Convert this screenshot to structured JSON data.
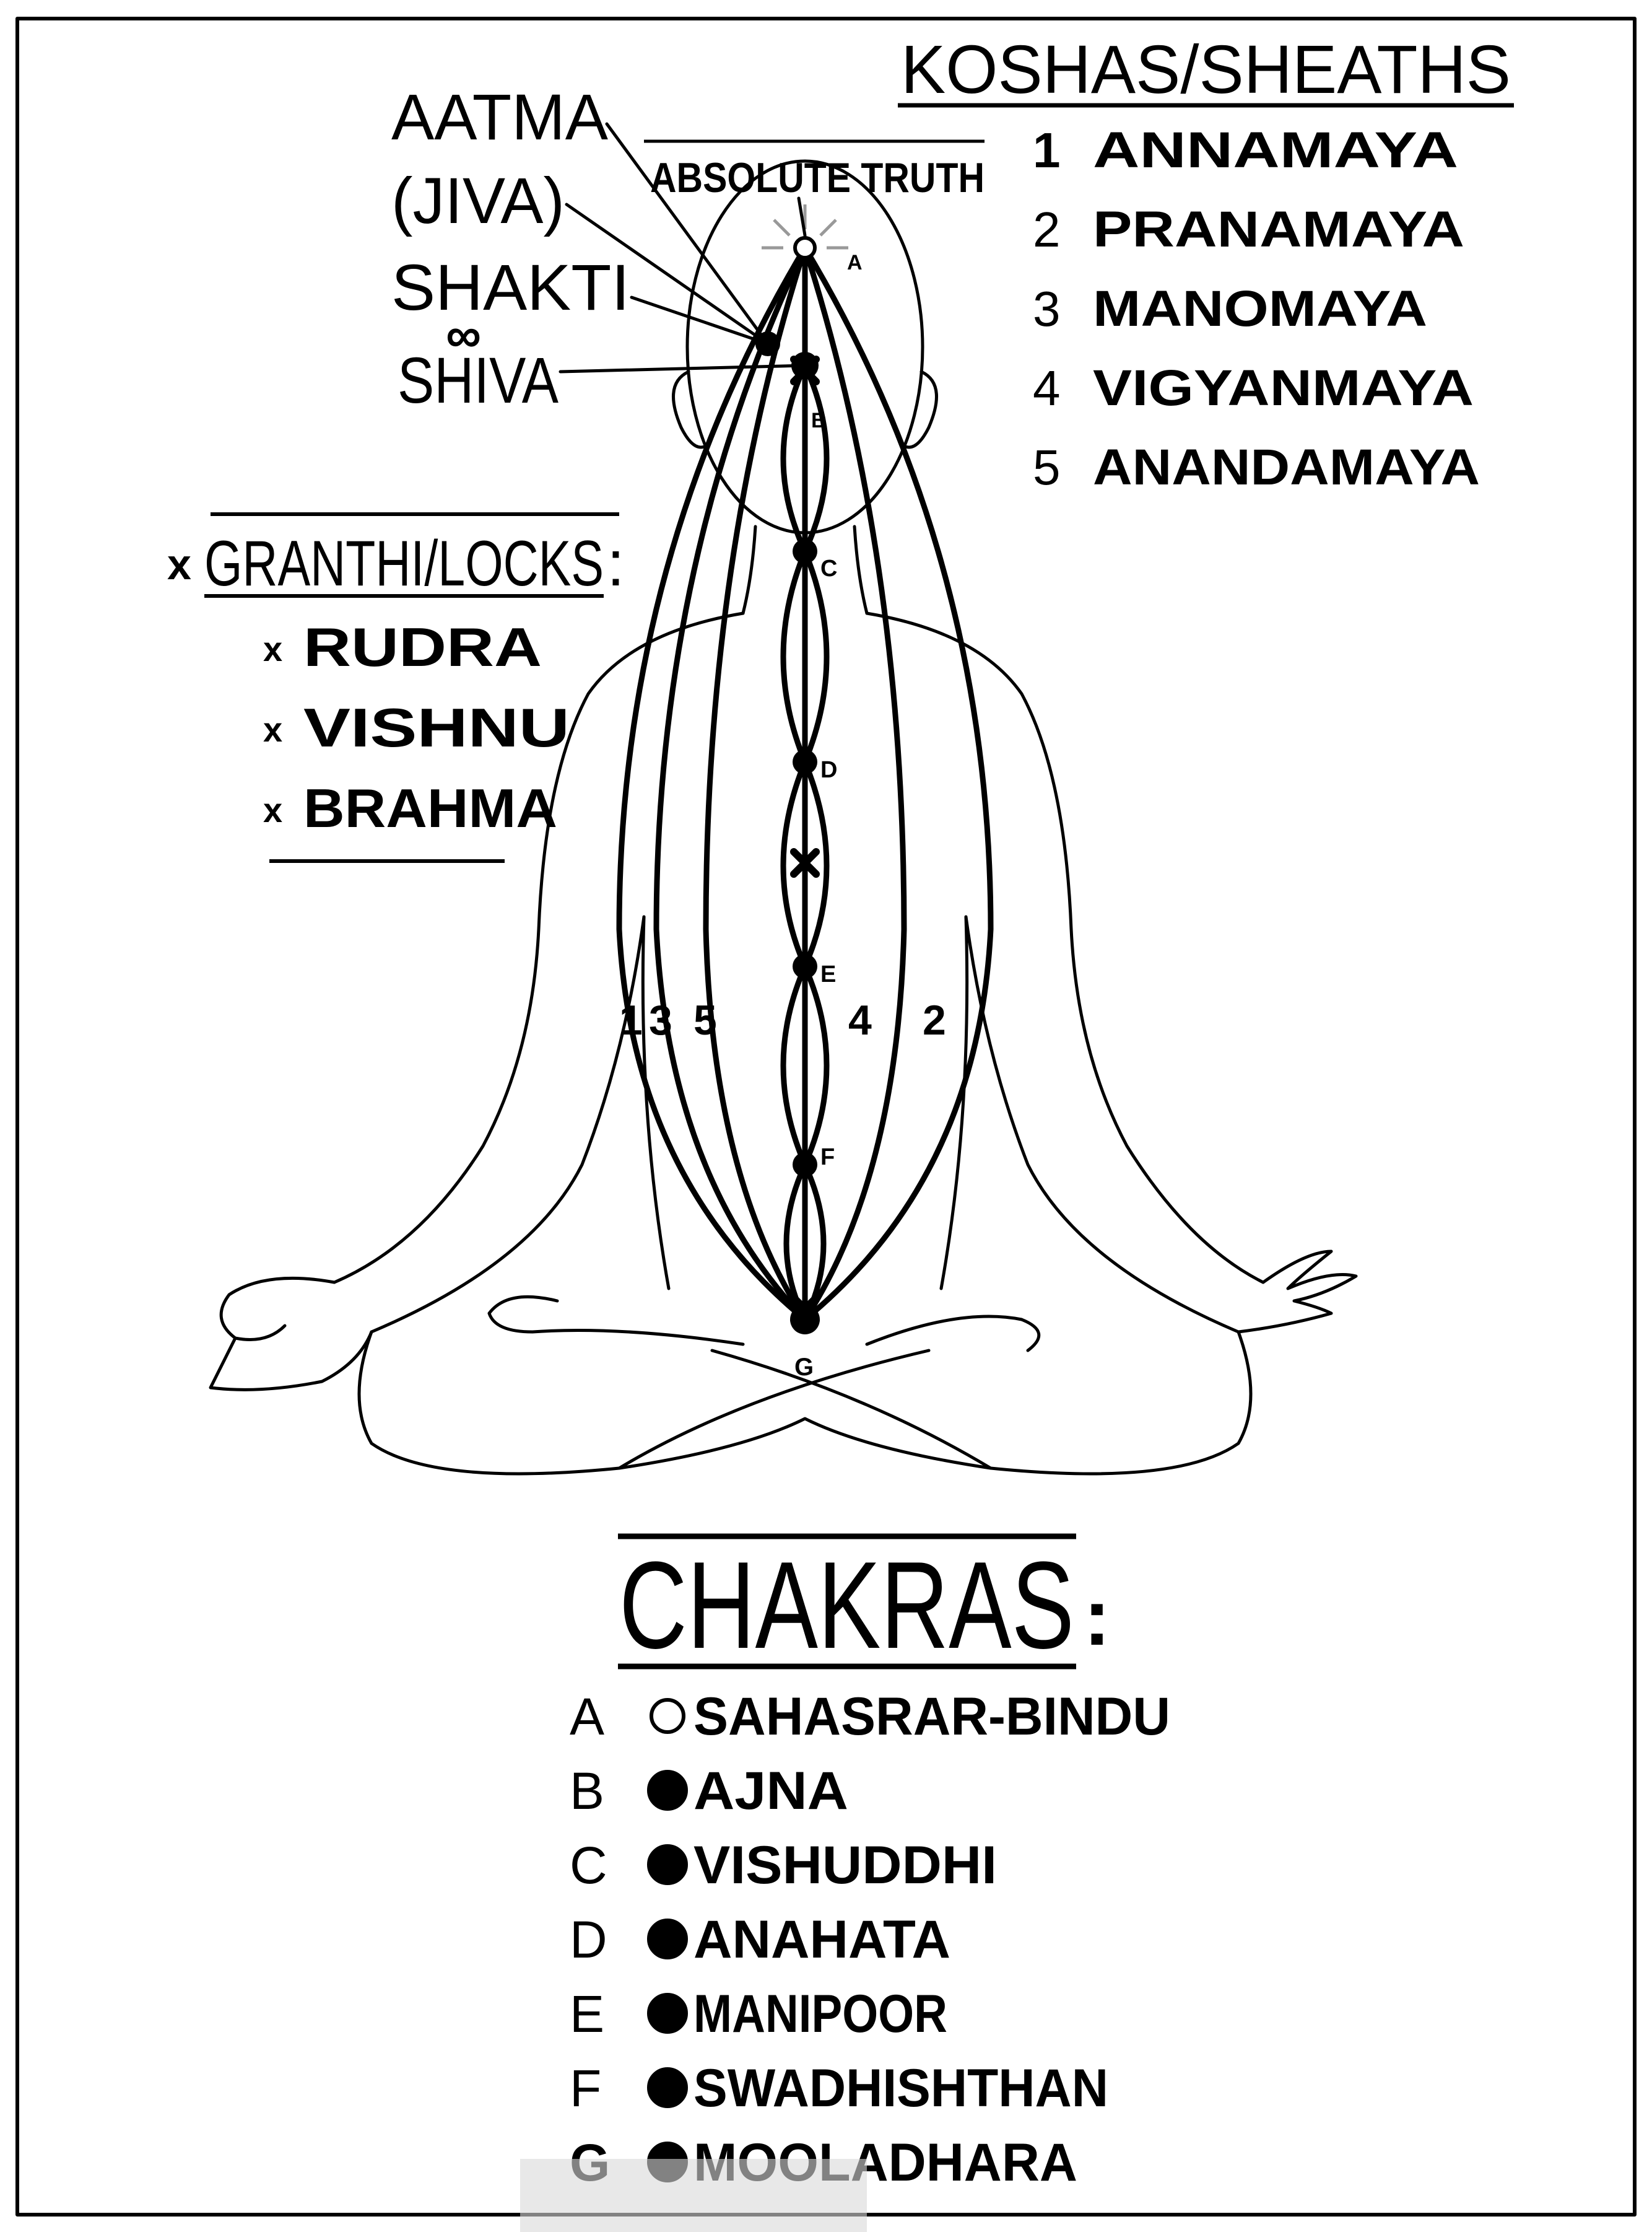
{
  "left_labels": {
    "aatma": "AATMA",
    "jiva": "(JIVA)",
    "shakti": "SHAKTI",
    "infinity": "∞",
    "shiva": "SHIVA"
  },
  "absolute_truth": "ABSOLUTE TRUTH",
  "koshas": {
    "title": "KOSHAS/SHEATHS",
    "items": [
      {
        "num": "1",
        "name": "ANNAMAYA"
      },
      {
        "num": "2",
        "name": "PRANAMAYA"
      },
      {
        "num": "3",
        "name": "MANOMAYA"
      },
      {
        "num": "4",
        "name": "VIGYANMAYA"
      },
      {
        "num": "5",
        "name": "ANANDAMAYA"
      }
    ]
  },
  "granthi": {
    "mark": "x",
    "title": "GRANTHI/LOCKS",
    "colon": ":",
    "items": [
      "RUDRA",
      "VISHNU",
      "BRAHMA"
    ]
  },
  "sheath_numbers": {
    "n1": "1",
    "n3": "3",
    "n5": "5",
    "n4": "4",
    "n2": "2"
  },
  "point_letters": {
    "a": "A",
    "b": "B",
    "c": "C",
    "d": "D",
    "e": "E",
    "f": "F",
    "g": "G"
  },
  "chakras": {
    "title": "CHAKRAS",
    "colon": ":",
    "items": [
      {
        "letter": "A",
        "name": "SAHASRAR-BINDU",
        "marker": "hollow"
      },
      {
        "letter": "B",
        "name": "AJNA",
        "marker": "filled"
      },
      {
        "letter": "C",
        "name": "VISHUDDHI",
        "marker": "filled"
      },
      {
        "letter": "D",
        "name": "ANAHATA",
        "marker": "filled"
      },
      {
        "letter": "E",
        "name": "MANIPOOR",
        "marker": "filled"
      },
      {
        "letter": "F",
        "name": "SWADHISHTHAN",
        "marker": "filled"
      },
      {
        "letter": "G",
        "name": "MOOLADHARA",
        "marker": "filled"
      }
    ]
  },
  "colors": {
    "ink": "#000000",
    "paper": "#ffffff"
  }
}
